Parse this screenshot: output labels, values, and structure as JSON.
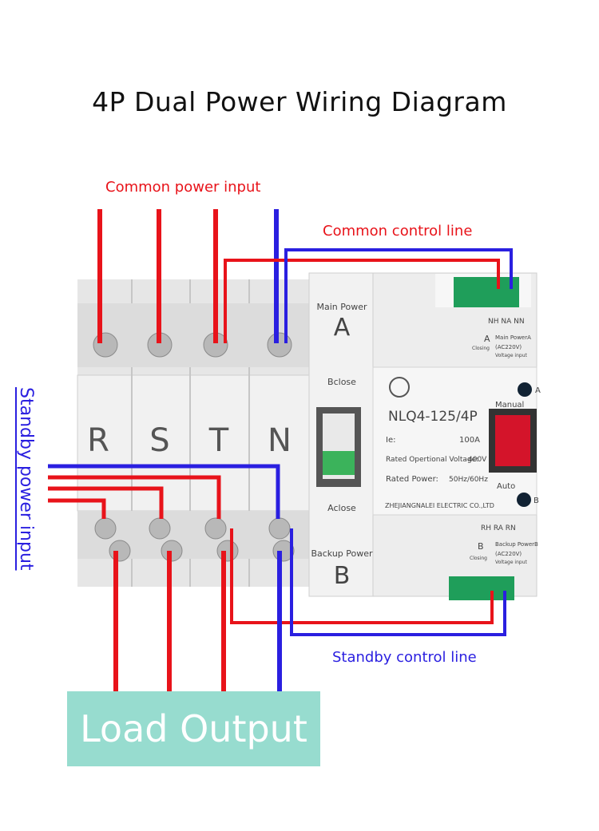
{
  "title": "4P Dual  Power  Wiring  Diagram",
  "labels": {
    "common_power_input": "Common  power  input",
    "common_control_line": "Common  control  line",
    "standby_power_input": "Standby power input",
    "standby_control_line": "Standby  control  line",
    "load_output": "Load  Output"
  },
  "poles": [
    "R",
    "S",
    "T",
    "N"
  ],
  "device": {
    "model": "NLQ4-125/4P",
    "ie_label": "Ie:",
    "ie_value": "100A",
    "rated_voltage_label": "Rated Opertional Voltage:",
    "rated_voltage_value": "400V",
    "rated_power_label": "Rated Power:",
    "rated_power_value": "50Hz/60Hz",
    "maker": "ZHEJIANGNALEI ELECTRIC CO.,LTD",
    "main_power_label": "Main Power",
    "main_power_letter": "A",
    "backup_power_label": "Backup Power",
    "backup_power_letter": "B",
    "bclose": "Bclose",
    "aclose": "Aclose",
    "manual": "Manual",
    "auto": "Auto",
    "indicator_a": "A",
    "indicator_b": "B",
    "top_terminal_labels": "NH  NA  NN",
    "top_a": "A",
    "top_main_power_tag": "Main PowerA",
    "top_voltage": "(AC220V)",
    "top_voltage_input": "Voltage input",
    "top_closing": "Closing",
    "bottom_terminal_labels": "RH  RA  RN",
    "bottom_b": "B",
    "bottom_backup_power_tag": "Backup PowerB",
    "bottom_voltage": "(AC220V)",
    "bottom_voltage_input": "Voltage input",
    "bottom_closing": "Closing"
  },
  "colors": {
    "red_wire": "#e8131a",
    "blue_wire": "#2a1fe0",
    "load_box": "#97dccf",
    "terminal_green": "#1f9e5a",
    "switch_red": "#d4142a"
  }
}
